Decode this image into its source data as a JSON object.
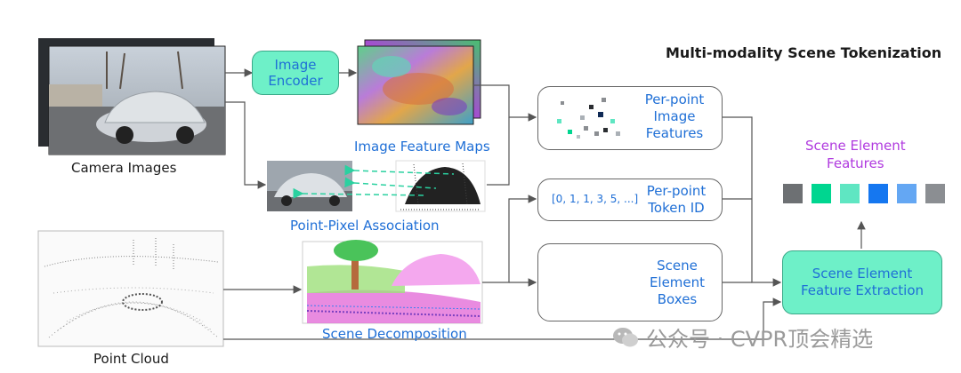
{
  "title": "Multi-modality Scene Tokenization",
  "labels": {
    "camera_images": "Camera Images",
    "point_cloud": "Point Cloud",
    "image_feature_maps": "Image Feature Maps",
    "point_pixel_association": "Point-Pixel Association",
    "scene_decomposition": "Scene Decomposition",
    "scene_element_features": [
      "Scene Element",
      "Features"
    ]
  },
  "boxes": {
    "image_encoder": [
      "Image",
      "Encoder"
    ],
    "per_point_image_features": [
      "Per-point",
      "Image",
      "Features"
    ],
    "per_point_token_id": [
      "Per-point",
      "Token ID"
    ],
    "token_sequence": "[0, 1, 1, 3, 5, ...]",
    "scene_element_boxes": [
      "Scene",
      "Element",
      "Boxes"
    ],
    "feature_extraction": [
      "Scene Element",
      "Feature Extraction"
    ]
  },
  "colors": {
    "teal": "#6ef0c8",
    "blue_text": "#1f6fd6",
    "purple_text": "#b03adf",
    "feature_squares": [
      "#6d7073",
      "#00d690",
      "#5fe6c2",
      "#1577f0",
      "#64a7f3",
      "#8b8e92"
    ]
  },
  "watermark": "公众号 · CVPR顶会精选"
}
